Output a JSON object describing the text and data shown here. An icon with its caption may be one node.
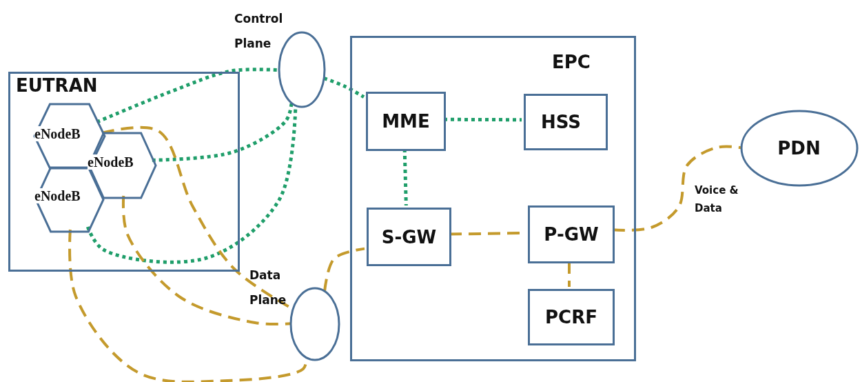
{
  "diagram": {
    "nodes": [
      {
        "text": [
          "EUTRAN"
        ]
      },
      {
        "text": [
          "eNodeB"
        ],
        "in": 0
      },
      {
        "text": [
          "eNodeB"
        ],
        "in": 0
      },
      {
        "text": [
          "eNodeB"
        ],
        "in": 0
      },
      {
        "text": [
          "Control Plane"
        ]
      },
      {
        "text": [
          "EPC"
        ]
      },
      {
        "text": [
          "MME"
        ],
        "in": 5
      },
      {
        "text": [
          "HSS"
        ],
        "in": 5
      },
      {
        "text": [
          "S-GW"
        ],
        "in": 5
      },
      {
        "text": [
          "P-GW"
        ],
        "in": 5
      },
      {
        "text": [
          "PCRF"
        ],
        "in": 5
      },
      {
        "text": [
          "Data Plane"
        ]
      },
      {
        "text": [
          "PDN"
        ]
      }
    ],
    "edges": [
      {
        "from": 1,
        "to": 4,
        "arrow": "none",
        "color": "#1f9e6a"
      },
      {
        "from": 2,
        "to": 4,
        "arrow": "none",
        "color": "#1f9e6a"
      },
      {
        "from": 3,
        "to": 4,
        "arrow": "none",
        "color": "#1f9e6a"
      },
      {
        "from": 4,
        "to": 6,
        "arrow": "none",
        "color": "#1f9e6a"
      },
      {
        "from": 6,
        "to": 7,
        "arrow": "none",
        "color": "#1f9e6a"
      },
      {
        "from": 6,
        "to": 8,
        "arrow": "none",
        "color": "#1f9e6a"
      },
      {
        "from": 1,
        "to": 11,
        "arrow": "none",
        "style": "dashed"
      },
      {
        "from": 2,
        "to": 11,
        "arrow": "none",
        "style": "dashed"
      },
      {
        "from": 3,
        "to": 11,
        "arrow": "none",
        "style": "dashed"
      },
      {
        "from": 11,
        "to": 8,
        "arrow": "none",
        "style": "dashed"
      },
      {
        "from": 8,
        "to": 9,
        "arrow": "none",
        "style": "dashed"
      },
      {
        "from": 9,
        "to": 10,
        "arrow": "none",
        "style": "dashed"
      },
      {
        "from": 9,
        "to": 12,
        "label": "Voice & Data",
        "arrow": "none",
        "style": "dashed"
      }
    ]
  }
}
